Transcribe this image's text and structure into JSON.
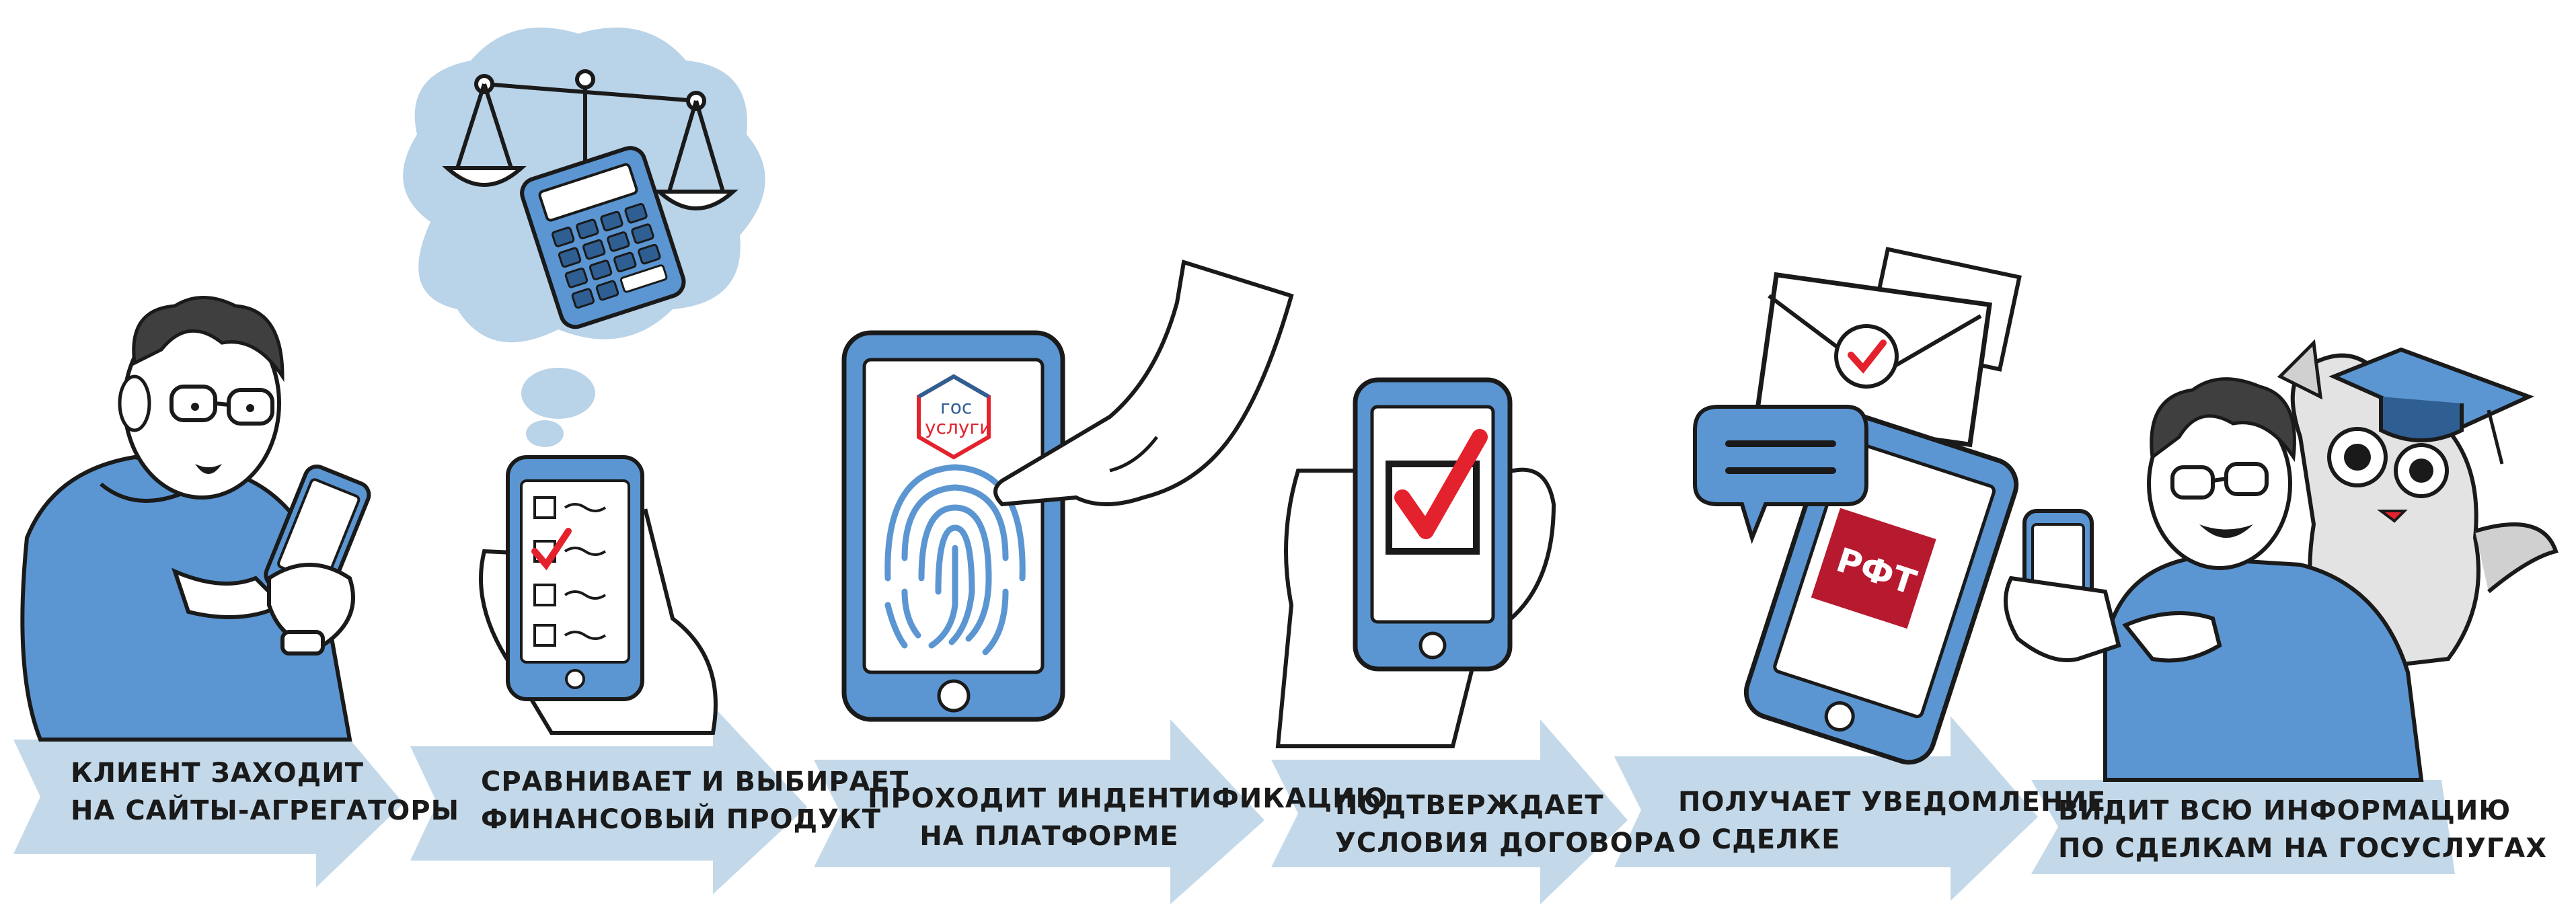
{
  "steps": [
    {
      "line1": "КЛИЕНТ ЗАХОДИТ",
      "line2": "НА САЙТЫ-АГРЕГАТОРЫ"
    },
    {
      "line1": "СРАВНИВАЕТ И ВЫБИРАЕТ",
      "line2": "ФИНАНСОВЫЙ ПРОДУКТ"
    },
    {
      "line1": "ПРОХОДИТ ИНДЕНТИФИКАЦИЮ",
      "line2": "НА ПЛАТФОРМЕ"
    },
    {
      "line1": "ПОДТВЕРЖДАЕТ",
      "line2": "УСЛОВИЯ ДОГОВОРА"
    },
    {
      "line1": "ПОЛУЧАЕТ УВЕДОМЛЕНИЕ",
      "line2": "О СДЕЛКЕ"
    },
    {
      "line1": "ВИДИТ ВСЮ ИНФОРМАЦИЮ",
      "line2": "ПО СДЕЛКАМ НА ГОСУСЛУГАХ"
    }
  ],
  "gosuslugi_logo": {
    "line1": "гос",
    "line2": "услуги"
  },
  "rft_logo": "РФТ",
  "colors": {
    "arrow": "#c3d9ea",
    "blue": "#5b96d2",
    "dark_blue": "#2f5f92",
    "red": "#e4222d",
    "brand_red": "#b7192e",
    "ink": "#1a1a1a",
    "cloud": "#b9d3e8",
    "skin": "#ffffff"
  }
}
